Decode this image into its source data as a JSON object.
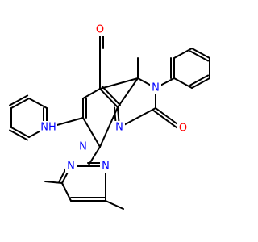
{
  "molecule": {
    "atoms": [
      {
        "symbol": "N",
        "element": "nitrogen"
      },
      {
        "symbol": "N",
        "element": "nitrogen"
      },
      {
        "symbol": "N",
        "element": "nitrogen"
      },
      {
        "symbol": "N",
        "element": "nitrogen"
      },
      {
        "symbol": "N",
        "element": "nitrogen"
      },
      {
        "symbol": "NH",
        "element": "nitrogen"
      },
      {
        "symbol": "O",
        "element": "oxygen"
      },
      {
        "symbol": "O",
        "element": "oxygen"
      }
    ],
    "colors": {
      "bond": "#000000",
      "nitrogen": "#0000ff",
      "oxygen": "#ff0000",
      "background": "#ffffff"
    }
  }
}
